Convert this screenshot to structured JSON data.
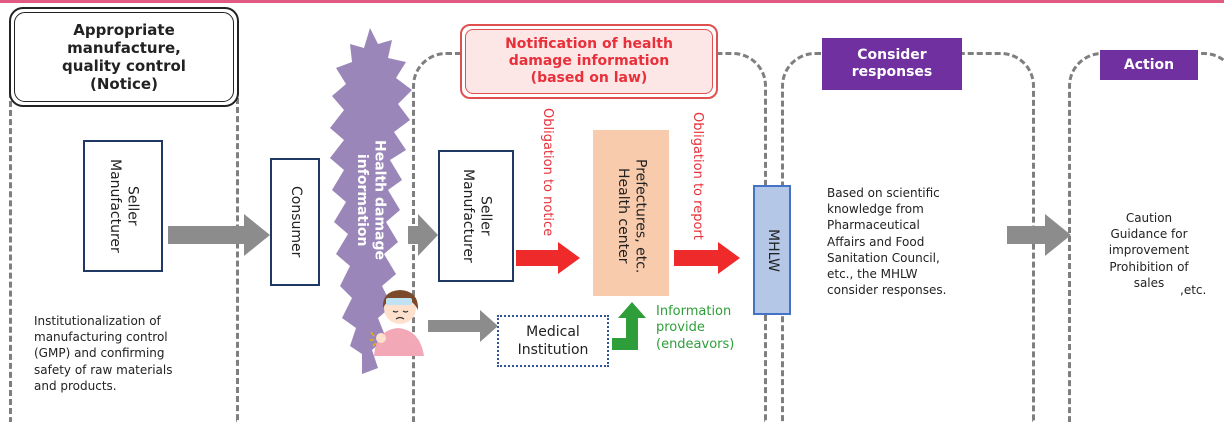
{
  "sections": {
    "manufacture": {
      "title": "Appropriate\nmanufacture,\nquality control\n(Notice)",
      "box_label": "Seller\nManufacturer",
      "description": "Institutionalization of\nmanufacturing control\n(GMP) and confirming\nsafety of raw materials\nand products."
    },
    "consumer": {
      "label": "Consumer"
    },
    "health_cloud": {
      "label": "Health damage\ninformation"
    },
    "notification": {
      "title": "Notification of health\ndamage information\n(based on law)",
      "seller_label": "Seller\nManufacturer",
      "obligation_notice": "Obligation to notice",
      "prefectures_label": "Prefectures, etc.\nHealth center",
      "obligation_report": "Obligation to report",
      "medical_label": "Medical\nInstitution",
      "info_provide": "Information\nprovide\n(endeavors)"
    },
    "mhlw": {
      "label": "MHLW"
    },
    "consider": {
      "title": "Consider\nresponses",
      "description": "Based on scientific\nknowledge from\nPharmaceutical\nAffairs and Food\nSanitation Council,\netc., the MHLW\nconsider responses."
    },
    "action": {
      "title": "Action",
      "description": "Caution\nGuidance for\nimprovement\nProhibition of\nsales",
      "etc": ",etc."
    }
  },
  "colors": {
    "top_line": "#e05a82",
    "dashed_border": "#7f7f7f",
    "box_border": "#1f3864",
    "purple": "#7030a0",
    "red_arrow": "#ee2a2a",
    "red_text": "#e8303a",
    "green": "#2e9e3a",
    "peach": "#f8cbad",
    "mhlw_fill": "#b4c7e7",
    "gray_arrow": "#8c8c8c",
    "cloud": "#9a86b8"
  }
}
